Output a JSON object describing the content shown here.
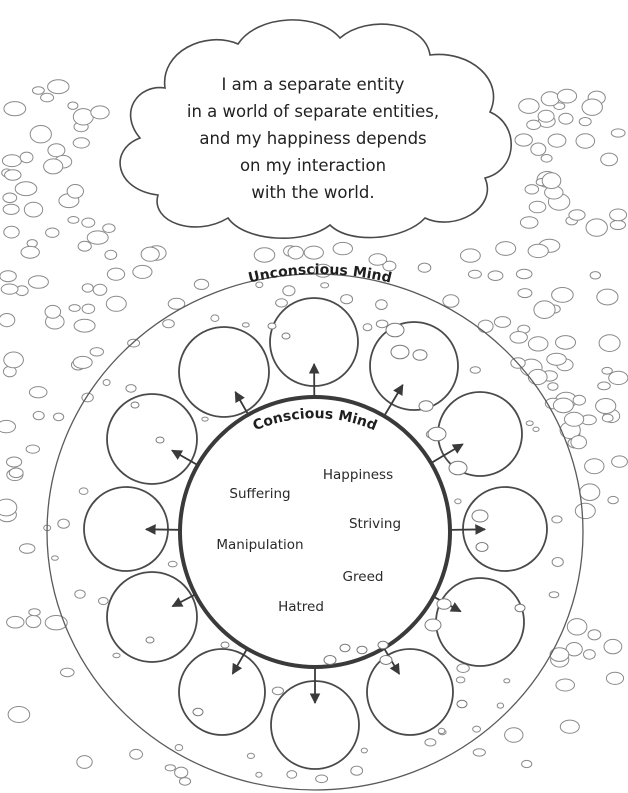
{
  "cloud": {
    "lines": [
      "I am a separate entity",
      "in a world of separate entities,",
      "and my happiness depends",
      "on my interaction",
      "with the world."
    ]
  },
  "labels": {
    "unconscious": "Unconscious Mind",
    "conscious": "Conscious Mind"
  },
  "inner_words": [
    "Happiness",
    "Suffering",
    "Striving",
    "Manipulation",
    "Greed",
    "Hatred"
  ],
  "colors": {
    "stroke": "#4a4a4a",
    "thick_stroke": "#3a3a3a",
    "bubble_stroke": "#7a7a7a",
    "background": "#ffffff"
  }
}
